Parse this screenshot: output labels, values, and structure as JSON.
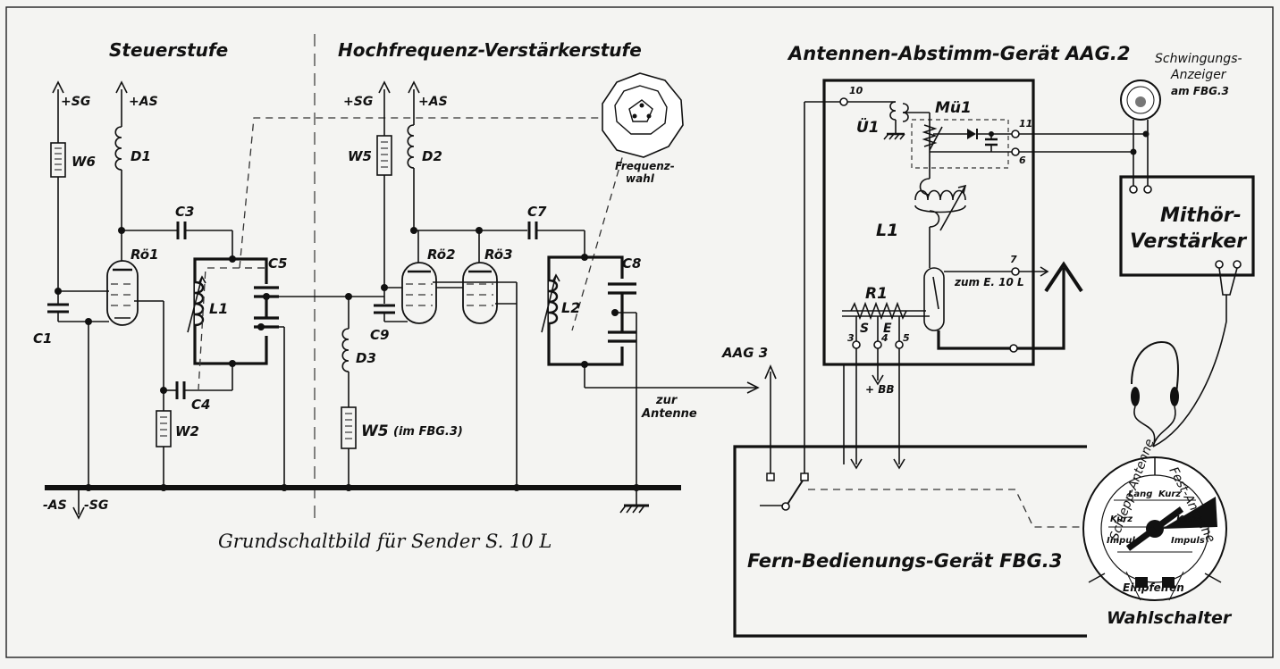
{
  "sections": {
    "steuerstufe": "Steuerstufe",
    "hf_stufe": "Hochfrequenz-Verstärkerstufe",
    "aag2": "Antennen-Abstimm-Gerät AAG.2",
    "fbg3": "Fern-Bedienungs-Gerät FBG.3",
    "caption": "Grundschaltbild für Sender S. 10 L"
  },
  "supply": {
    "sg1": "+SG",
    "as1": "+AS",
    "sg2": "+SG",
    "as2": "+AS",
    "neg_as": "-AS",
    "neg_sg": "-SG",
    "bb": "+ BB"
  },
  "components": {
    "w6": "W6",
    "d1": "D1",
    "c3": "C3",
    "ro1": "Rö1",
    "c5": "C5",
    "l1": "L1",
    "c1": "C1",
    "c4": "C4",
    "w2": "W2",
    "w5a": "W5",
    "d2": "D2",
    "ro2": "Rö2",
    "ro3": "Rö3",
    "c7": "C7",
    "c8": "C8",
    "l2": "L2",
    "c9": "C9",
    "d3": "D3",
    "w5b": "W5",
    "w5b_note": "(im FBG.3)",
    "u1": "Ü1",
    "mu1": "Mü1",
    "l1b": "L1",
    "r1": "R1",
    "s": "S",
    "e": "E",
    "aag3": "AAG 3"
  },
  "terminals": {
    "t10": "10",
    "t11": "11",
    "t6": "6",
    "t7": "7",
    "t3": "3",
    "t4": "4",
    "t5": "5"
  },
  "labels": {
    "frequenz_line1": "Frequenz-",
    "frequenz_line2": "wahl",
    "zur": "zur",
    "antenne": "Antenne",
    "zum_e10l": "zum E. 10 L",
    "schw_line1": "Schwingungs-",
    "schw_line2": "Anzeiger",
    "schw_line3": "am FBG.3",
    "mithoer_line1": "Mithör-",
    "mithoer_line2": "Verstärker",
    "wahlschalter": "Wahlschalter"
  },
  "selector": {
    "schlepp": "Schlepp-Antenne",
    "fest": "Fest-Antenne",
    "lang": "Lang",
    "kurz1": "Kurz",
    "kurz2": "Kurz",
    "kurz3": "Kurz",
    "impuls1": "Impuls",
    "impuls2": "Impuls",
    "einpfeifen": "Einpfeifen"
  }
}
